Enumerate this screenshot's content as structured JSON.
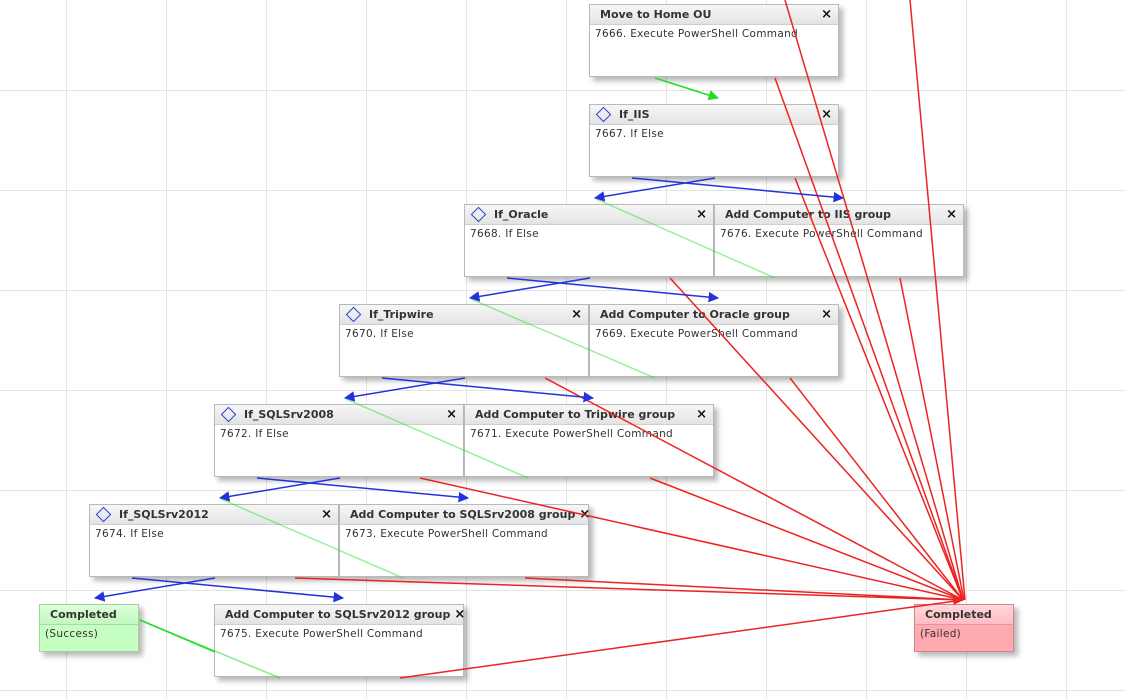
{
  "nodes": {
    "move_home": {
      "title": "Move to Home OU",
      "subtitle": "7666. Execute PowerShell Command",
      "close": "×"
    },
    "if_iis": {
      "title": "If_IIS",
      "subtitle": "7667. If Else",
      "close": "×"
    },
    "if_oracle": {
      "title": "If_Oracle",
      "subtitle": "7668. If Else",
      "close": "×"
    },
    "add_iis": {
      "title": "Add Computer to IIS group",
      "subtitle": "7676. Execute PowerShell Command",
      "close": "×"
    },
    "if_tripwire": {
      "title": "If_Tripwire",
      "subtitle": "7670. If Else",
      "close": "×"
    },
    "add_oracle": {
      "title": "Add Computer to Oracle group",
      "subtitle": "7669. Execute PowerShell Command",
      "close": "×"
    },
    "if_sql2008": {
      "title": "If_SQLSrv2008",
      "subtitle": "7672. If Else",
      "close": "×"
    },
    "add_tripwire": {
      "title": "Add Computer to Tripwire group",
      "subtitle": "7671. Execute PowerShell Command",
      "close": "×"
    },
    "if_sql2012": {
      "title": "If_SQLSrv2012",
      "subtitle": "7674. If Else",
      "close": "×"
    },
    "add_sql2008": {
      "title": "Add Computer to SQLSrv2008 group",
      "subtitle": "7673. Execute PowerShell Command",
      "close": "×"
    },
    "completed_success": {
      "title": "Completed",
      "subtitle": "(Success)"
    },
    "add_sql2012": {
      "title": "Add Computer to SQLSrv2012 group",
      "subtitle": "7675. Execute PowerShell Command",
      "close": "×"
    },
    "completed_failed": {
      "title": "Completed",
      "subtitle": "(Failed)"
    }
  },
  "icons": {
    "condition": "diamond-icon",
    "close": "close-icon"
  },
  "colors": {
    "success_wire": "#22dd22",
    "branch_wire": "#2233dd",
    "failure_wire": "#ee2222",
    "success_node": "#c5ffc3",
    "failed_node": "#ffa9b1",
    "condition_icon": "#2a3bd4"
  }
}
